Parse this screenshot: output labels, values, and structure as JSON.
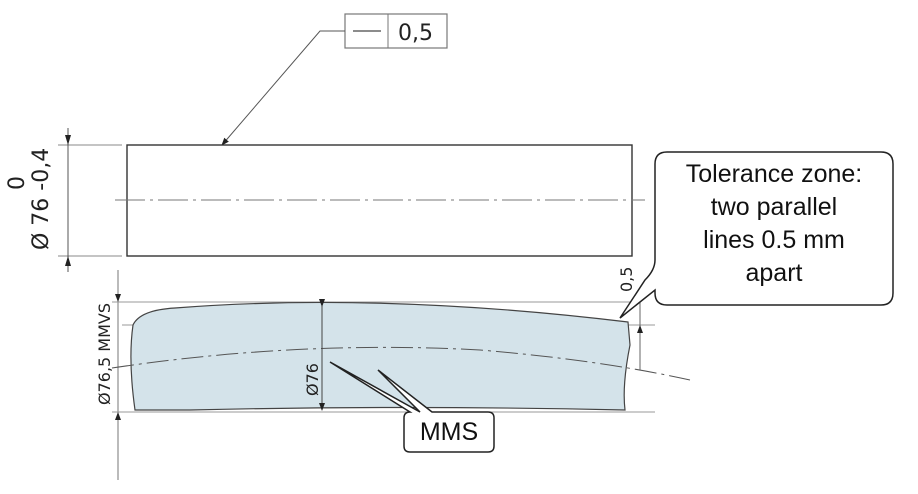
{
  "feature_control_frame": {
    "symbol": "straightness-icon",
    "tolerance": "0,5"
  },
  "top_view": {
    "dimension_main": "Ø 76 -0,4",
    "dimension_upper": "0"
  },
  "bottom_view": {
    "dimension_mmvs": "Ø76,5 MMVS",
    "dimension_inner": "Ø76",
    "zone_width": "0,5"
  },
  "callouts": {
    "tolerance_zone": [
      "Tolerance zone:",
      "two parallel",
      "lines 0.5 mm",
      "apart"
    ],
    "mms": "MMS"
  },
  "colors": {
    "shape_fill": "#d4e3ea",
    "line": "#555555"
  }
}
